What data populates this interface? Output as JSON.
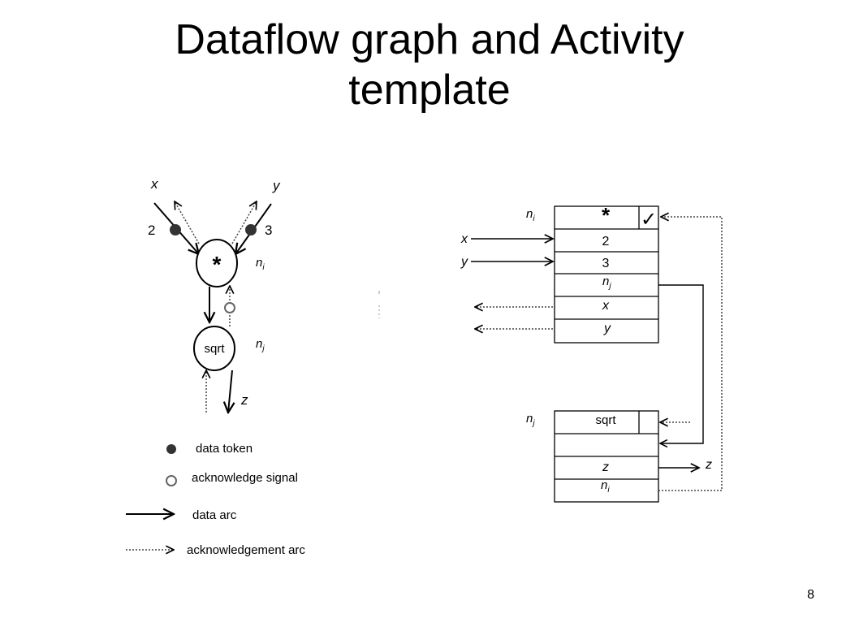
{
  "slide": {
    "title_line1": "Dataflow graph and Activity",
    "title_line2": "template",
    "page_number": "8"
  },
  "graph": {
    "input_x": "x",
    "input_y": "y",
    "token_x_value": "2",
    "token_y_value": "3",
    "mult_node": "*",
    "mult_node_label": "n",
    "mult_node_sub": "i",
    "sqrt_node": "sqrt",
    "sqrt_node_label": "n",
    "sqrt_node_sub": "j",
    "output_z": "z"
  },
  "legend": {
    "data_token": "data token",
    "ack_signal": "acknowledge signal",
    "data_arc": "data arc",
    "ack_arc": "acknowledgement arc"
  },
  "template_mult": {
    "name_label": "n",
    "name_sub": "i",
    "opcode": "*",
    "check_mark": "✓",
    "input_x": "x",
    "input_y": "y",
    "operand1": "2",
    "operand2": "3",
    "dest": "n",
    "dest_sub": "j",
    "ack1": "x",
    "ack2": "y"
  },
  "template_sqrt": {
    "name_label": "n",
    "name_sub": "j",
    "opcode": "sqrt",
    "dest": "z",
    "ack": "n",
    "ack_sub": "i",
    "output_z": "z"
  }
}
